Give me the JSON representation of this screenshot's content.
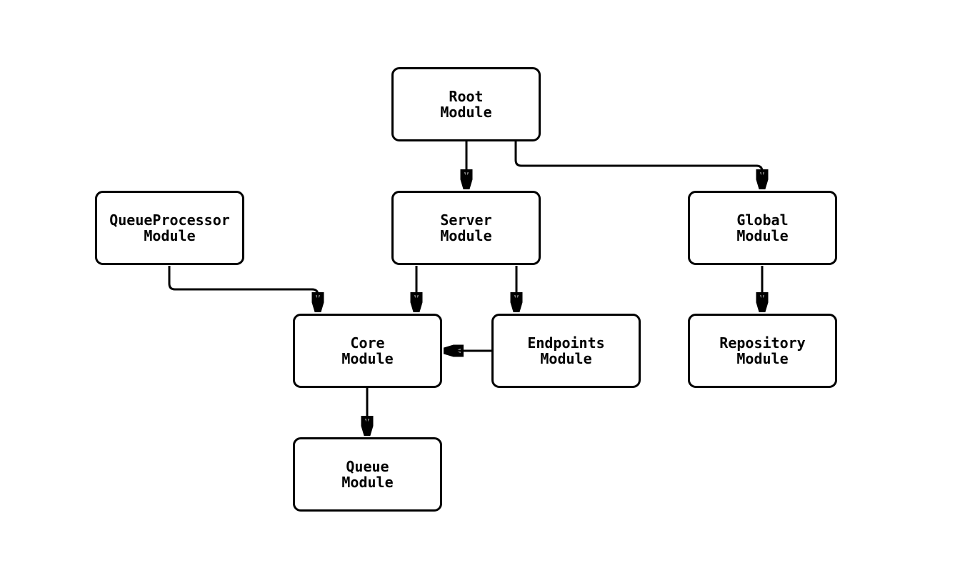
{
  "diagram": {
    "type": "flowchart",
    "direction": "top-down",
    "colors": {
      "background": "#ffffff",
      "node_fill": "#ffffff",
      "stroke": "#000000",
      "text": "#000000"
    },
    "nodes": [
      {
        "id": "root",
        "label": "Root\nModule"
      },
      {
        "id": "queueprocessor",
        "label": "QueueProcessor\nModule"
      },
      {
        "id": "server",
        "label": "Server\nModule"
      },
      {
        "id": "global",
        "label": "Global\nModule"
      },
      {
        "id": "core",
        "label": "Core\nModule"
      },
      {
        "id": "endpoints",
        "label": "Endpoints\nModule"
      },
      {
        "id": "repository",
        "label": "Repository\nModule"
      },
      {
        "id": "queue",
        "label": "Queue\nModule"
      }
    ],
    "edges": [
      {
        "from": "root",
        "to": "server"
      },
      {
        "from": "root",
        "to": "global"
      },
      {
        "from": "queueprocessor",
        "to": "core"
      },
      {
        "from": "server",
        "to": "core"
      },
      {
        "from": "server",
        "to": "endpoints"
      },
      {
        "from": "endpoints",
        "to": "core"
      },
      {
        "from": "global",
        "to": "repository"
      },
      {
        "from": "core",
        "to": "queue"
      }
    ]
  }
}
